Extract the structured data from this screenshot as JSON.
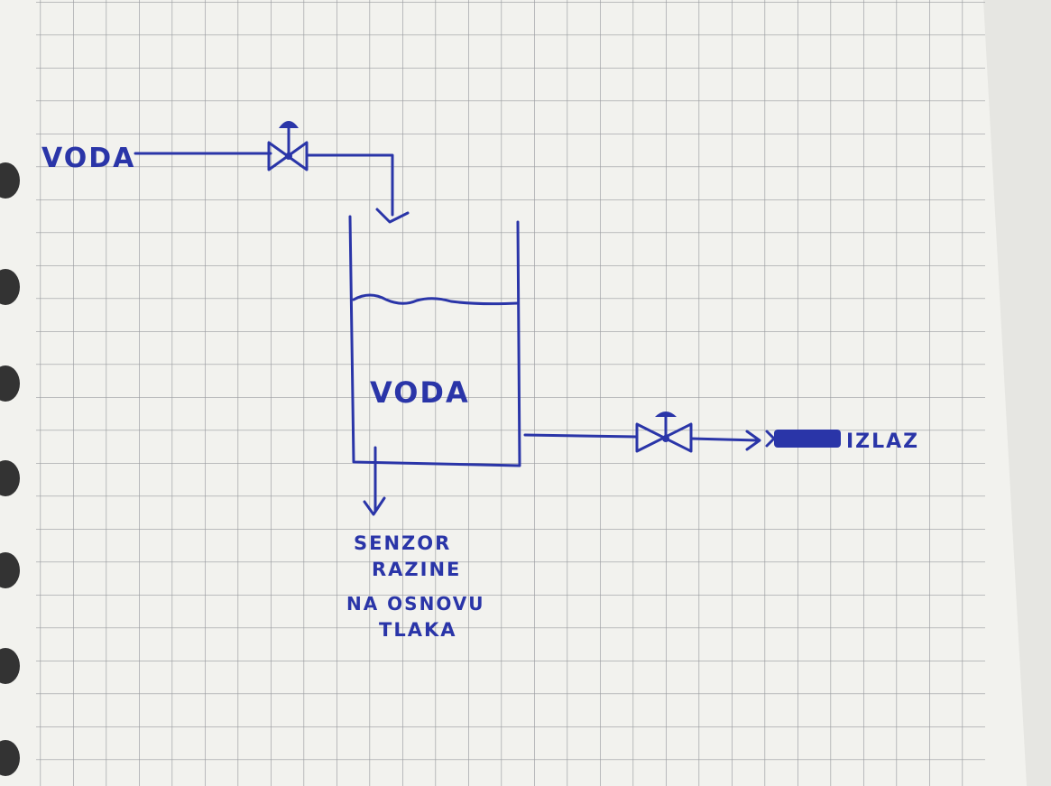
{
  "labels": {
    "inlet": "VODA",
    "tank_content": "VODA",
    "outlet": "IZLAZ",
    "sensor_line1": "SENZOR",
    "sensor_line2": "RAZINE",
    "sensor_line3": "NA OSNOVU",
    "sensor_line4": "TLAKA"
  },
  "colors": {
    "ink": "#2a35a8",
    "paper": "#f2f2ee",
    "grid": "#9a9ca0"
  },
  "icons": {
    "inlet_valve": "valve-icon",
    "outlet_valve": "valve-icon",
    "outlet_nozzle": "nozzle-icon"
  }
}
